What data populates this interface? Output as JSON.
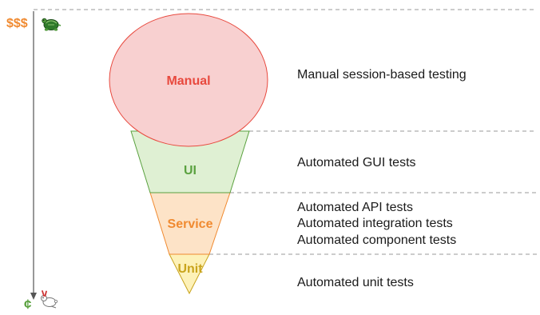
{
  "diagram": {
    "axis": {
      "top_label": "$$$",
      "bottom_label": "¢",
      "top_icon": "turtle-icon",
      "bottom_icon": "rabbit-icon"
    },
    "layers": [
      {
        "id": "manual",
        "label": "Manual",
        "color": "#e8493e",
        "fill": "#f8d0d0",
        "descriptions": [
          "Manual session-based testing"
        ]
      },
      {
        "id": "ui",
        "label": "UI",
        "color": "#5aa13f",
        "fill": "#dff0d3",
        "descriptions": [
          "Automated GUI tests"
        ]
      },
      {
        "id": "service",
        "label": "Service",
        "color": "#f08a30",
        "fill": "#fde3c7",
        "descriptions": [
          "Automated API tests",
          "Automated integration tests",
          "Automated component tests"
        ]
      },
      {
        "id": "unit",
        "label": "Unit",
        "color": "#c9a41c",
        "fill": "#fdf1b8",
        "descriptions": [
          "Automated unit tests"
        ]
      }
    ],
    "colors": {
      "axis": "#555555",
      "dashes": "#999999",
      "dollar": "#f08a30",
      "cent": "#5aa13f"
    }
  }
}
